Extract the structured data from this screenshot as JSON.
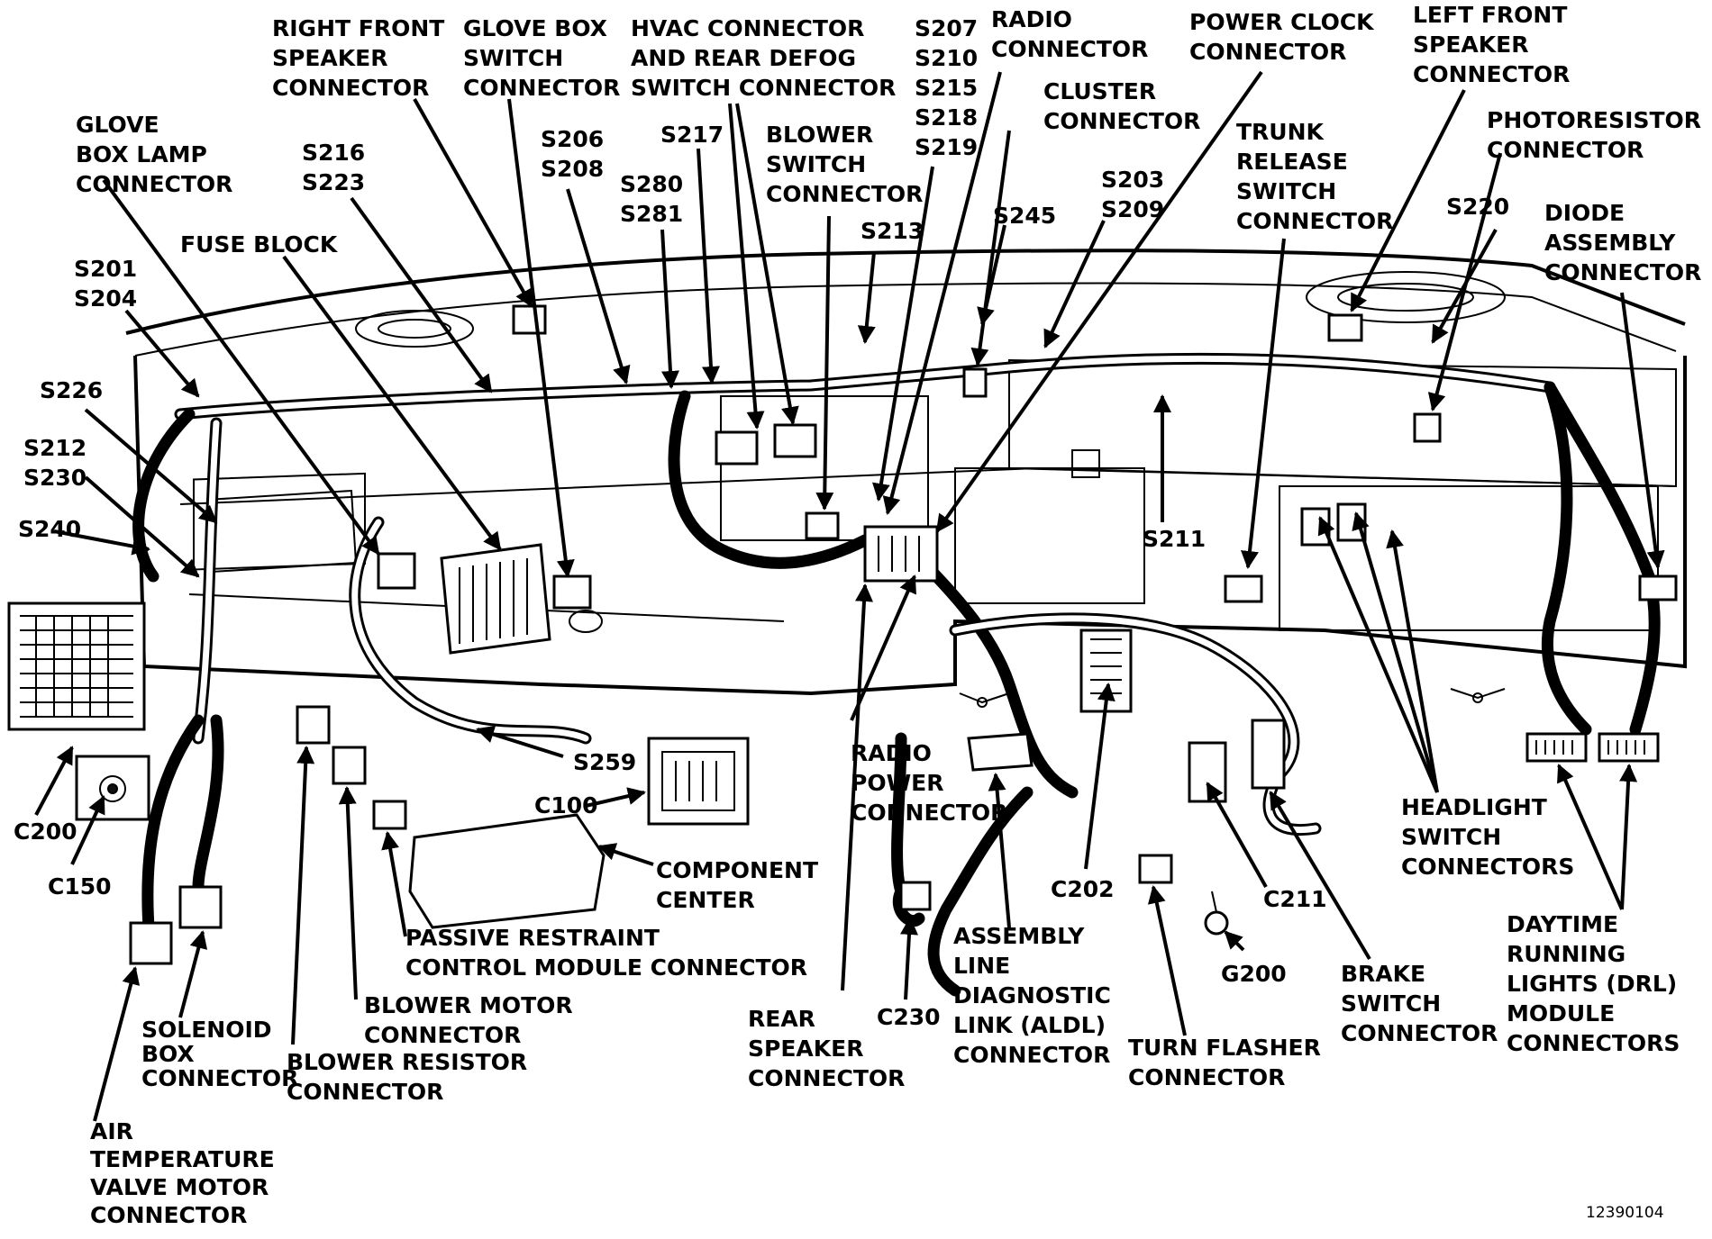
{
  "labels": {
    "right_front_speaker": [
      "RIGHT FRONT",
      "SPEAKER",
      "CONNECTOR"
    ],
    "glove_box_switch": [
      "GLOVE BOX",
      "SWITCH",
      "CONNECTOR"
    ],
    "hvac_connector": [
      "HVAC CONNECTOR",
      "AND REAR DEFOG",
      "SWITCH CONNECTOR"
    ],
    "splice_s207_group": [
      "S207",
      "S210",
      "S215",
      "S218",
      "S219"
    ],
    "radio_connector": [
      "RADIO",
      "CONNECTOR"
    ],
    "power_clock": [
      "POWER CLOCK",
      "CONNECTOR"
    ],
    "left_front_speaker": [
      "LEFT FRONT",
      "SPEAKER",
      "CONNECTOR"
    ],
    "glove_box_lamp": [
      "GLOVE",
      "BOX LAMP",
      "CONNECTOR"
    ],
    "splice_s216_s223": [
      "S216",
      "S223"
    ],
    "splice_s206_s208": [
      "S206",
      "S208"
    ],
    "splice_s217": [
      "S217"
    ],
    "blower_switch": [
      "BLOWER",
      "SWITCH",
      "CONNECTOR"
    ],
    "cluster_connector": [
      "CLUSTER",
      "CONNECTOR"
    ],
    "trunk_release": [
      "TRUNK",
      "RELEASE",
      "SWITCH",
      "CONNECTOR"
    ],
    "photoresistor": [
      "PHOTORESISTOR",
      "CONNECTOR"
    ],
    "splice_s280_s281": [
      "S280",
      "S281"
    ],
    "splice_s203_s209": [
      "S203",
      "S209"
    ],
    "splice_s245": [
      "S245"
    ],
    "splice_s213": [
      "S213"
    ],
    "splice_s220": [
      "S220"
    ],
    "diode_assembly": [
      "DIODE",
      "ASSEMBLY",
      "CONNECTOR"
    ],
    "fuse_block": [
      "FUSE BLOCK"
    ],
    "splice_s201_s204": [
      "S201",
      "S204"
    ],
    "splice_s226": [
      "S226"
    ],
    "splice_s212_s230": [
      "S212",
      "S230"
    ],
    "splice_s240": [
      "S240"
    ],
    "splice_s211": [
      "S211"
    ],
    "splice_s259": [
      "S259"
    ],
    "c100": [
      "C100"
    ],
    "component_center": [
      "COMPONENT",
      "CENTER"
    ],
    "radio_power": [
      "RADIO",
      "POWER",
      "CONNECTOR"
    ],
    "headlight_switch": [
      "HEADLIGHT",
      "SWITCH",
      "CONNECTORS"
    ],
    "c200": [
      "C200"
    ],
    "c150": [
      "C150"
    ],
    "c202": [
      "C202"
    ],
    "c211": [
      "C211"
    ],
    "g200": [
      "G200"
    ],
    "c230": [
      "C230"
    ],
    "passive_restraint": [
      "PASSIVE RESTRAINT",
      "CONTROL MODULE CONNECTOR"
    ],
    "blower_motor": [
      "BLOWER MOTOR",
      "CONNECTOR"
    ],
    "blower_resistor": [
      "BLOWER RESISTOR",
      "CONNECTOR"
    ],
    "solenoid_box": [
      "SOLENOID",
      "BOX",
      "CONNECTOR"
    ],
    "air_temp_valve": [
      "AIR",
      "TEMPERATURE",
      "VALVE MOTOR",
      "CONNECTOR"
    ],
    "rear_speaker": [
      "REAR",
      "SPEAKER",
      "CONNECTOR"
    ],
    "aldl": [
      "ASSEMBLY",
      "LINE",
      "DIAGNOSTIC",
      "LINK (ALDL)",
      "CONNECTOR"
    ],
    "turn_flasher": [
      "TURN FLASHER",
      "CONNECTOR"
    ],
    "brake_switch": [
      "BRAKE",
      "SWITCH",
      "CONNECTOR"
    ],
    "drl_module": [
      "DAYTIME",
      "RUNNING",
      "LIGHTS (DRL)",
      "MODULE",
      "CONNECTORS"
    ]
  },
  "figure_number": "12390104"
}
